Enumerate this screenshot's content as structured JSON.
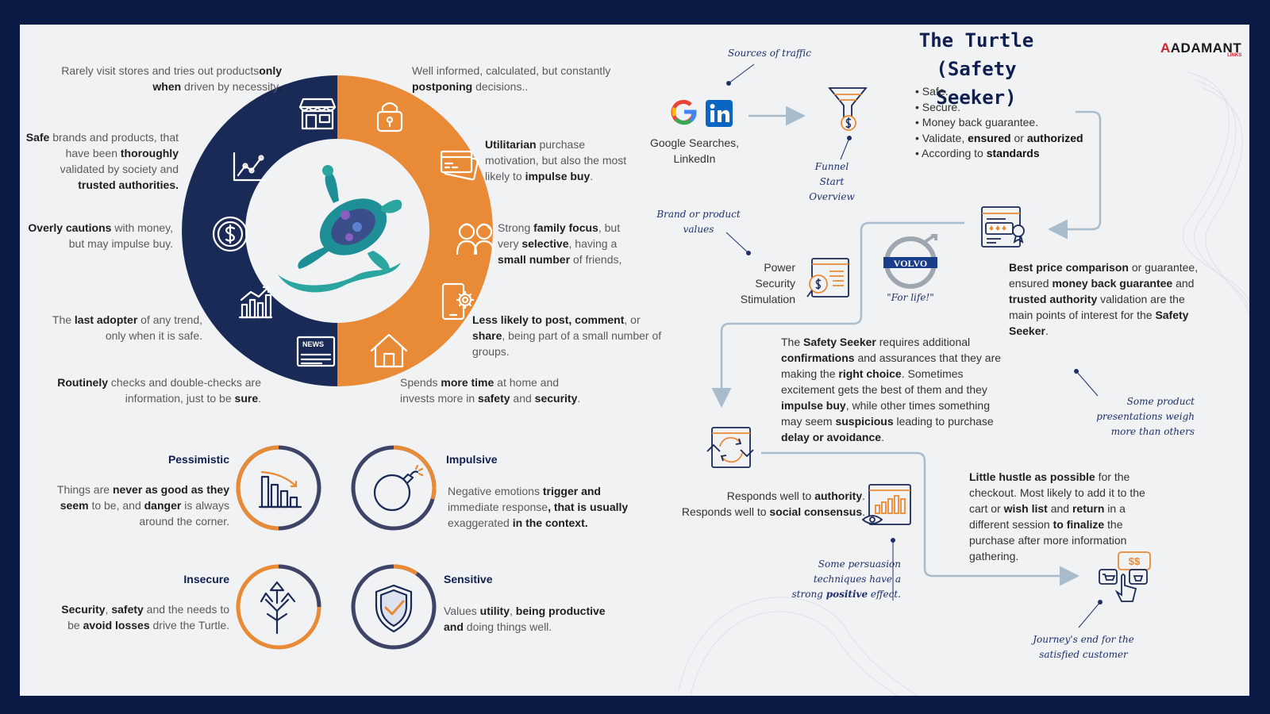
{
  "colors": {
    "navy": "#1a2a57",
    "orange": "#e98a37",
    "accent_line": "#a9bccb"
  },
  "header": {
    "title_line1": "The Turtle",
    "title_line2": "(Safety Seeker)",
    "logo": "ADAMANT",
    "logo_sub": "LINKS"
  },
  "wheel": {
    "icons": [
      "store-icon",
      "chart-line-icon",
      "dollar-icon",
      "bar-chart-icon",
      "news-icon",
      "lock-icon",
      "credit-card-icon",
      "family-icon",
      "phone-settings-icon",
      "home-icon"
    ],
    "news_label": "NEWS",
    "left_texts": [
      [
        "Rarely visit stores and tries out products",
        "only when ",
        "driven by necessity",
        "."
      ],
      [
        "Safe",
        " brands and products, that have been ",
        "thoroughly",
        " validated by society and ",
        "trusted authorities."
      ],
      [
        "Overly cautions",
        " with money, but may impulse buy."
      ],
      [
        "The ",
        "last adopter",
        " of any trend, only when it is safe."
      ],
      [
        "Routinely",
        " checks and double-checks are information, just to be ",
        "sure",
        "."
      ]
    ],
    "right_texts": [
      [
        "Well informed, calculated, but constantly ",
        "postponing",
        " decisions.."
      ],
      [
        "Utilitarian",
        " purchase motivation, but also the most likely to ",
        "impulse buy",
        "."
      ],
      [
        "Strong ",
        "family focus",
        ", but very ",
        "selective",
        ", having a ",
        "small number",
        " of friends,"
      ],
      [
        "Less likely to post, comment",
        ", or ",
        "share",
        ", being part of a small number of groups."
      ],
      [
        "Spends ",
        "more time",
        " at home and invests more in ",
        "safety",
        " and ",
        "security",
        "."
      ]
    ]
  },
  "traits": [
    {
      "title": "Pessimistic",
      "icon": "declining-chart-icon",
      "text": [
        "Things are ",
        "never as good as they seem",
        " to be, and ",
        "danger",
        " is always around the corner."
      ]
    },
    {
      "title": "Impulsive",
      "icon": "bomb-icon",
      "text": [
        "Negative emotions",
        " trigger and ",
        "immediate response",
        ", that is usually ",
        "exaggerated",
        " in the context."
      ]
    },
    {
      "title": "Insecure",
      "icon": "direction-arrows-icon",
      "text": [
        "Security",
        ", ",
        "safety",
        " and the needs to be ",
        "avoid losses",
        " drive the Turtle."
      ]
    },
    {
      "title": "Sensitive",
      "icon": "shield-check-icon",
      "text": [
        "Values ",
        "utility",
        ", ",
        "being productive and",
        " doing things well."
      ]
    }
  ],
  "journey": {
    "sources_note": "Sources of traffic",
    "sources_label_1": "Google Searches,",
    "sources_label_2": "LinkedIn",
    "funnel_note_1": "Funnel",
    "funnel_note_2": "Start Overview",
    "bullets": [
      [
        "• Safe."
      ],
      [
        "• Secure."
      ],
      [
        "• Money back guarantee."
      ],
      [
        "• Validate, ",
        "ensured",
        " or ",
        "authorized"
      ],
      [
        "• According to ",
        "standards"
      ]
    ],
    "brand_note_1": "Brand or product",
    "brand_note_2": "values",
    "power_1": "Power",
    "power_2": "Security",
    "power_3": "Stimulation",
    "volvo_label": "VOLVO",
    "volvo_tagline": "\"For life!\"",
    "best_price": [
      "Best price comparison",
      " or guarantee, ensured ",
      "money back guarantee",
      " and ",
      "trusted authority",
      " validation are the main points of interest for the ",
      "Safety Seeker",
      "."
    ],
    "safety_seeker_para": [
      "The ",
      "Safety Seeker",
      " requires additional ",
      "confirmations",
      " and assurances that they are making the ",
      "right choice",
      ". Sometimes excitement gets the best of them and they ",
      "impulse buy",
      ", while other times something may seem ",
      "suspicious",
      " leading to purchase ",
      "delay or avoidance",
      "."
    ],
    "product_note_1": "Some product",
    "product_note_2": "presentations weigh",
    "product_note_3": "more than others",
    "authority_1": [
      "Responds well to ",
      "authority",
      "."
    ],
    "authority_2": [
      "Responds well to ",
      "social consensus",
      "."
    ],
    "persuasion_note_1": "Some persuasion",
    "persuasion_note_2": "techniques have a",
    "persuasion_note_3": [
      "strong ",
      "positive",
      " effect."
    ],
    "checkout_para": [
      "Little hustle as possible",
      " for the checkout. Most likely to add it to the cart or ",
      "wish list",
      " and ",
      "return",
      " in a different session ",
      "to finalize",
      " the purchase after more information gathering."
    ],
    "journey_end_1": "Journey's end for the",
    "journey_end_2": "satisfied customer",
    "dollar_sign": "$$"
  }
}
